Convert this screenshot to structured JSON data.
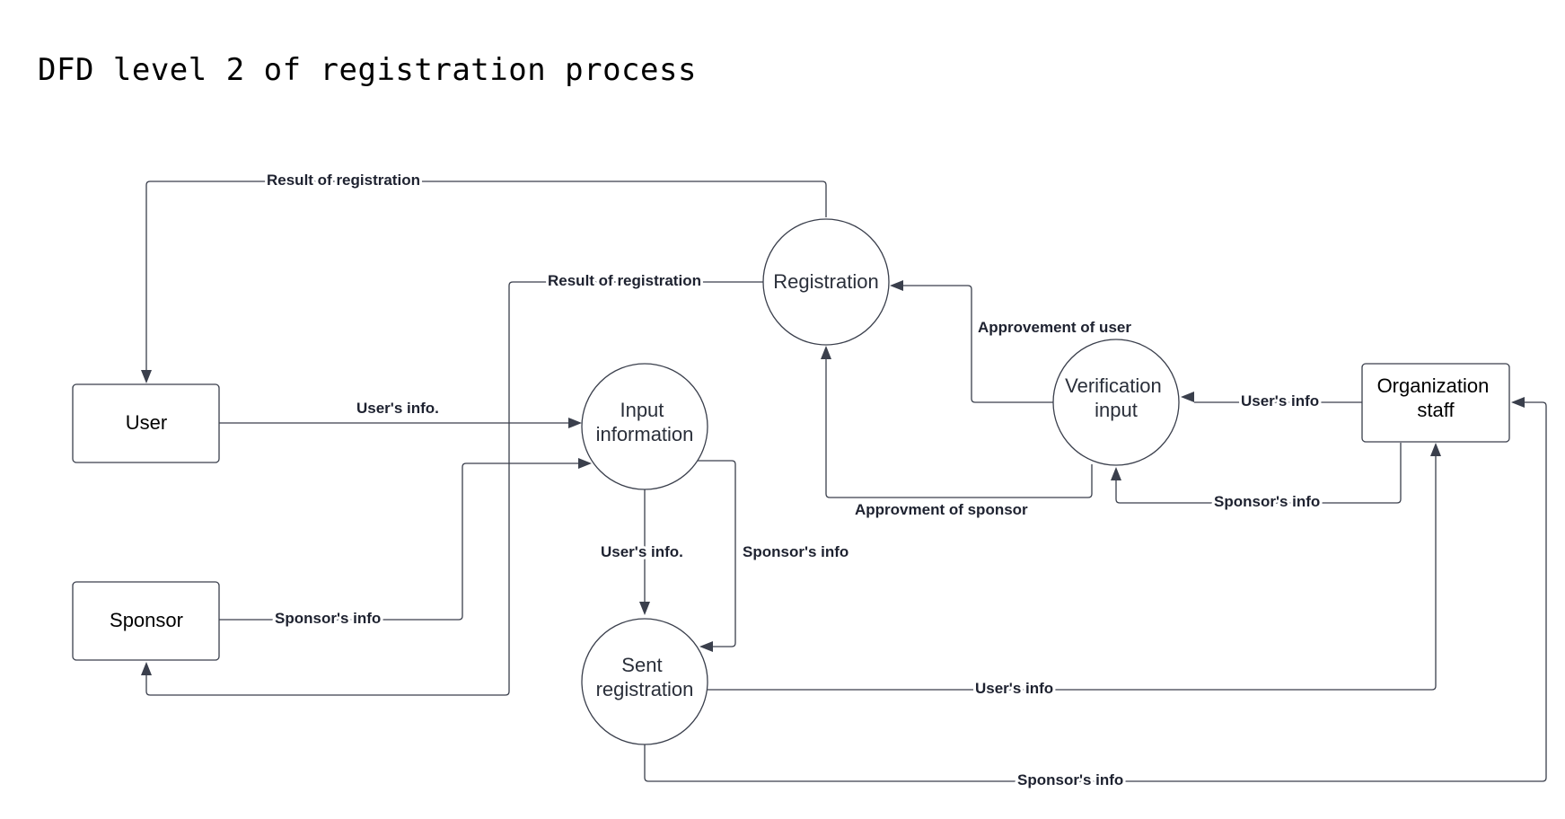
{
  "title": "DFD level 2 of registration process",
  "colors": {
    "line": "#3a3f4c",
    "text": "#1e2230",
    "background": "#ffffff"
  },
  "nodes": {
    "user": {
      "kind": "external-entity",
      "label": "User"
    },
    "sponsor": {
      "kind": "external-entity",
      "label": "Sponsor"
    },
    "organization_staff": {
      "kind": "external-entity",
      "label": "Organization staff"
    },
    "input_information": {
      "kind": "process",
      "label": "Input information"
    },
    "sent_registration": {
      "kind": "process",
      "label": "Sent registration"
    },
    "registration": {
      "kind": "process",
      "label": "Registration"
    },
    "verification_input": {
      "kind": "process",
      "label": "Verification input"
    }
  },
  "flows": [
    {
      "id": "result-to-user",
      "from": "registration",
      "to": "user",
      "label": "Result of registration"
    },
    {
      "id": "result-to-sponsor",
      "from": "registration",
      "to": "sponsor",
      "label": "Result of registration"
    },
    {
      "id": "user-info-to-input",
      "from": "user",
      "to": "input_information",
      "label": "User's info."
    },
    {
      "id": "sponsor-info-to-input",
      "from": "sponsor",
      "to": "input_information",
      "label": "Sponsor's info"
    },
    {
      "id": "input-user-to-sent",
      "from": "input_information",
      "to": "sent_registration",
      "label": "User's info."
    },
    {
      "id": "input-sponsor-to-sent",
      "from": "input_information",
      "to": "sent_registration",
      "label": "Sponsor's info"
    },
    {
      "id": "sent-user-to-staff",
      "from": "sent_registration",
      "to": "organization_staff",
      "label": "User's info"
    },
    {
      "id": "sent-sponsor-to-staff",
      "from": "sent_registration",
      "to": "organization_staff",
      "label": "Sponsor's info"
    },
    {
      "id": "staff-user-to-verify",
      "from": "organization_staff",
      "to": "verification_input",
      "label": "User's info"
    },
    {
      "id": "staff-sponsor-to-verify",
      "from": "organization_staff",
      "to": "verification_input",
      "label": "Sponsor's info"
    },
    {
      "id": "verify-user-to-reg",
      "from": "verification_input",
      "to": "registration",
      "label": "Approvement of user"
    },
    {
      "id": "verify-sponsor-to-reg",
      "from": "verification_input",
      "to": "registration",
      "label": "Approvment of sponsor"
    }
  ]
}
